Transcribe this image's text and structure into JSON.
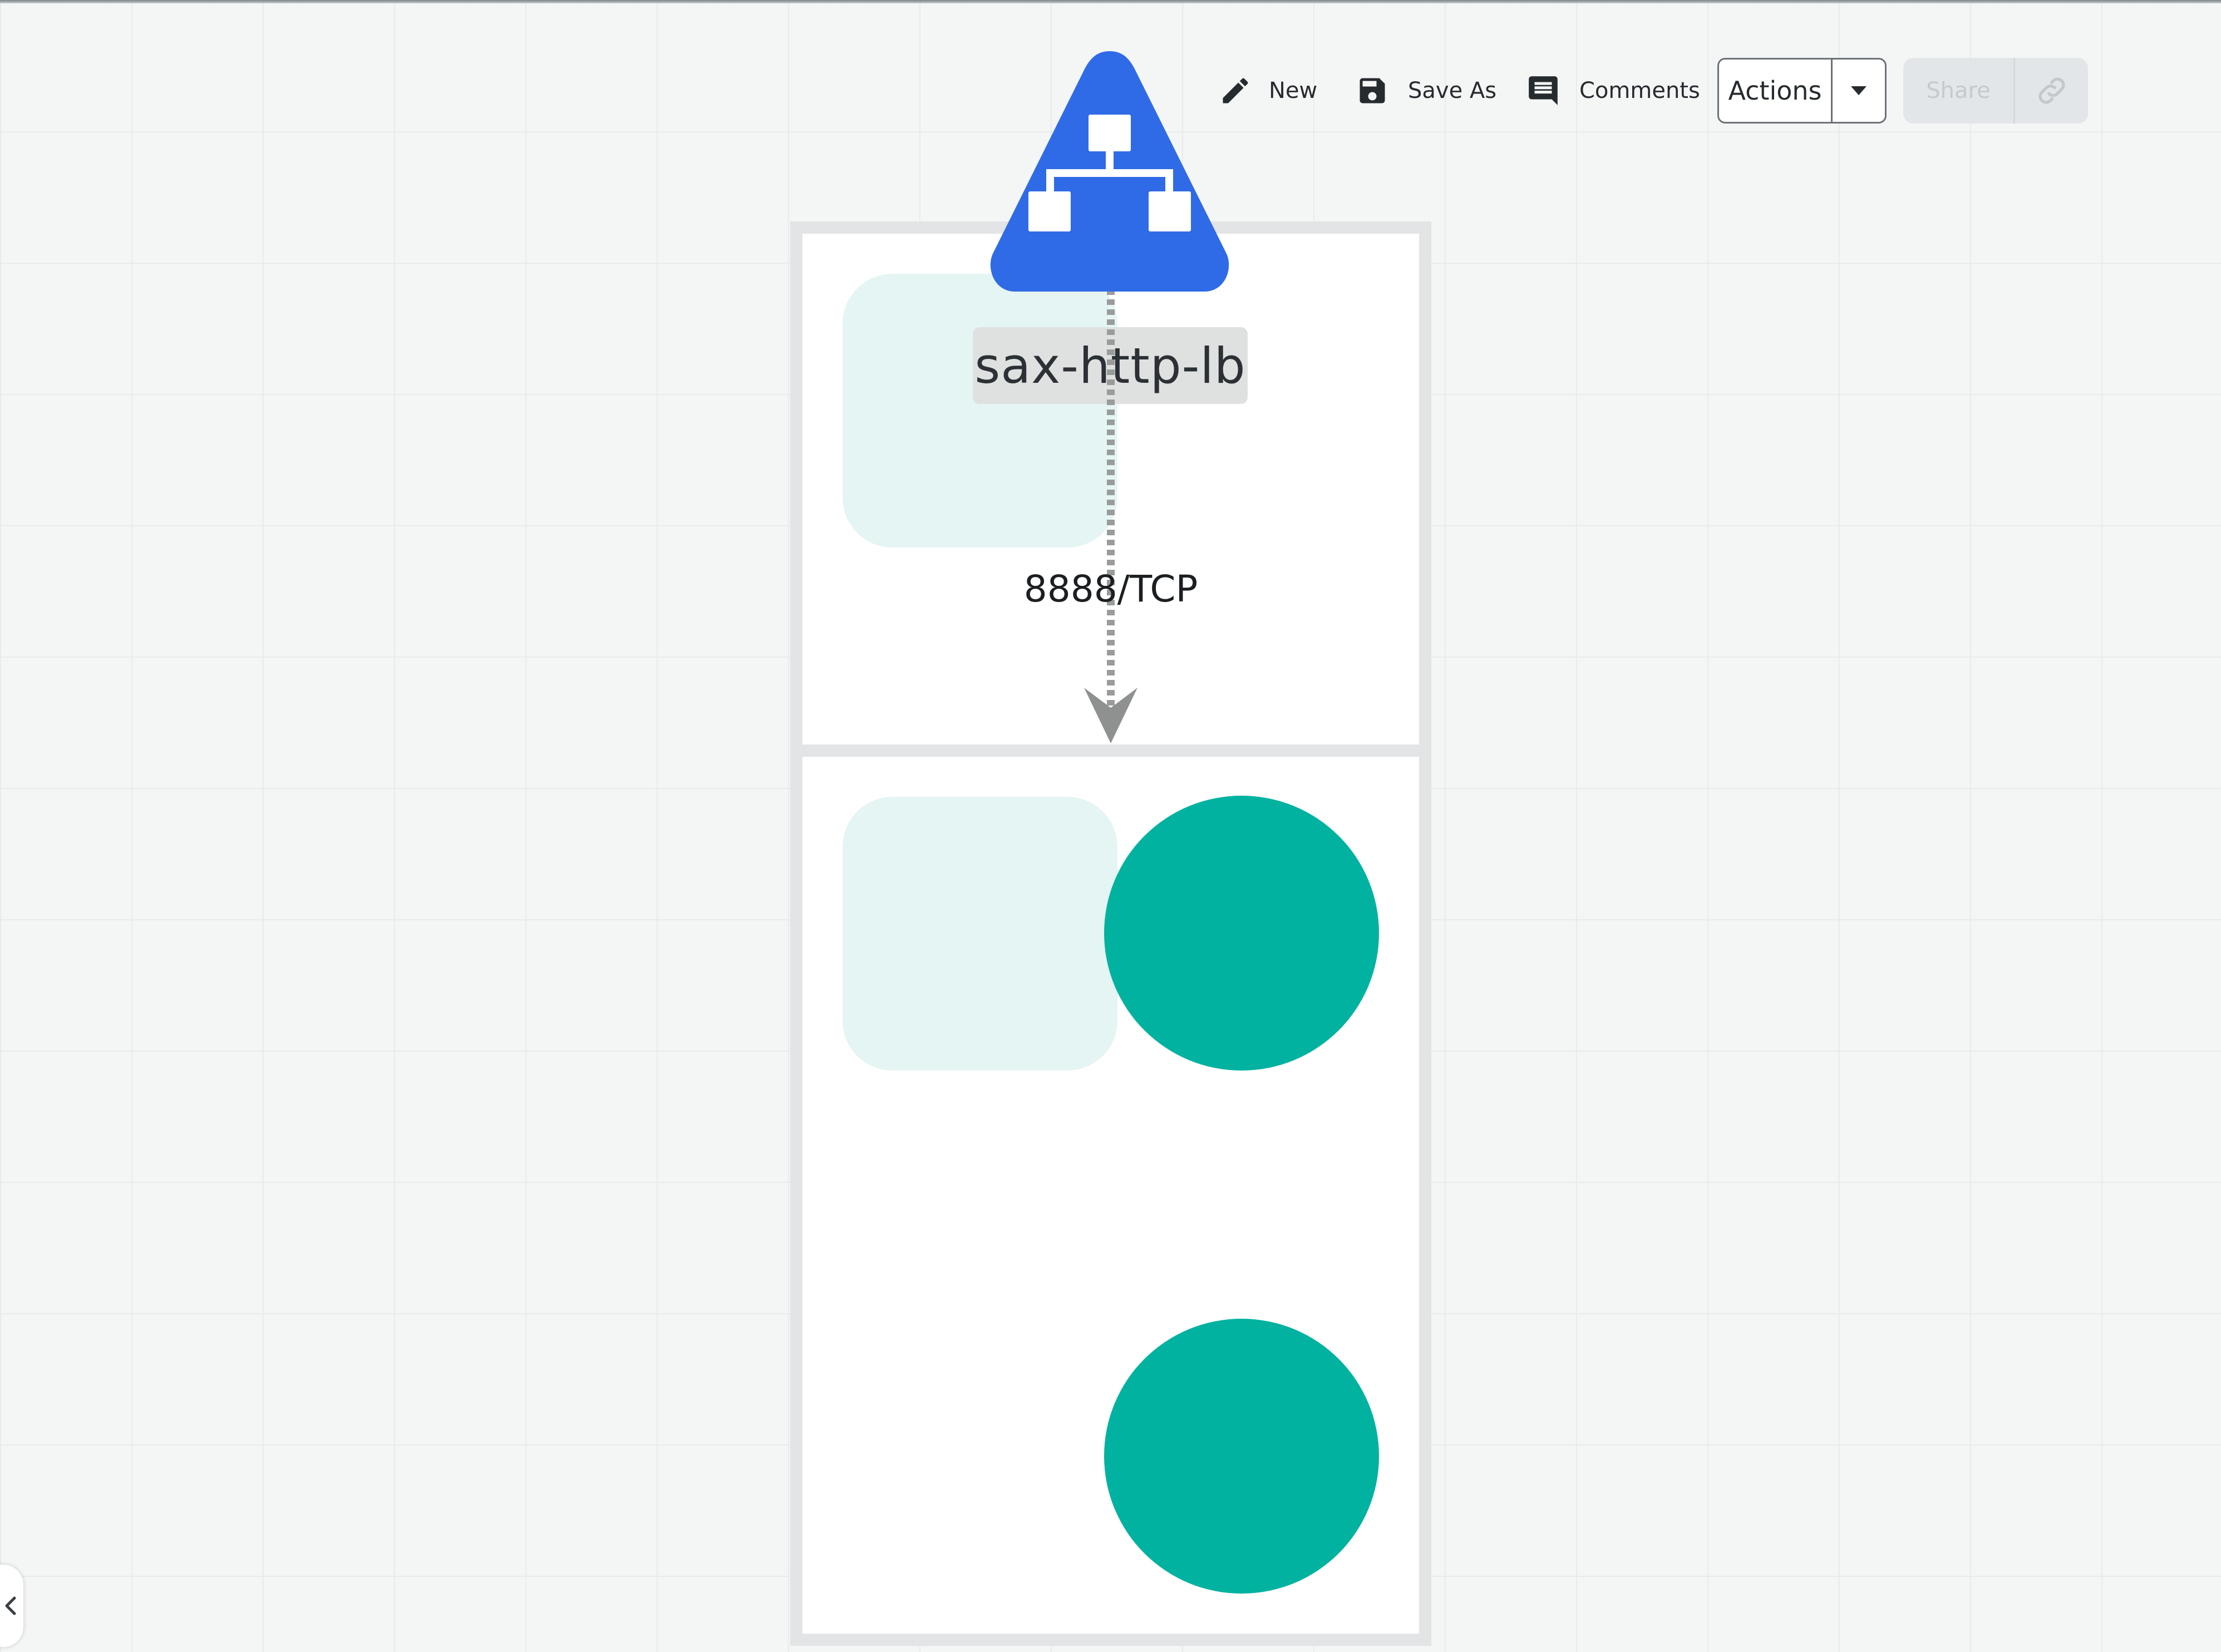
{
  "toolbar": {
    "new_label": "New",
    "save_as_label": "Save As",
    "comments_label": "Comments",
    "actions_label": "Actions",
    "share_label": "Share"
  },
  "diagram": {
    "load_balancer": {
      "name": "sax-http-lb",
      "color": "#2f6be6"
    },
    "connection": {
      "port_label": "8888/TCP"
    },
    "pod_color": "#00b29f",
    "panel_border_color": "#e2e4e5"
  },
  "icons": {
    "new": "pencil-icon",
    "save_as": "floppy-disk-icon",
    "comments": "comment-icon",
    "actions_caret": "caret-down-icon",
    "share_link": "link-icon",
    "load_balancer": "network-hierarchy-icon",
    "collapse": "chevron-left-icon"
  }
}
